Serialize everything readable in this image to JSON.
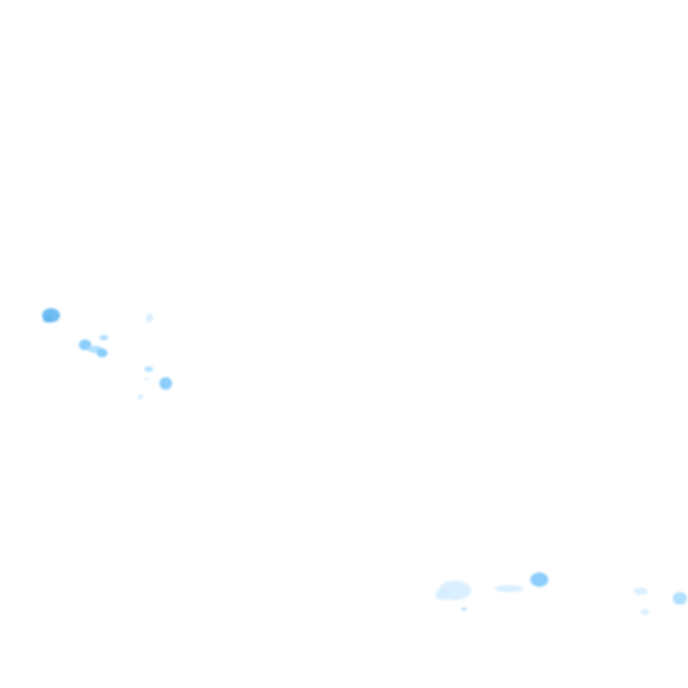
{
  "map": {
    "kind": "precipitation-radar-tile",
    "background_color": "#ffffff",
    "palette": {
      "light": "#d6edff",
      "medium": "#a9dcff",
      "strong": "#7fc8fb",
      "core": "#5fb6f2"
    },
    "clusters": [
      {
        "name": "west-cluster",
        "cells": [
          {
            "name": "cell-w1",
            "intensity": "core"
          },
          {
            "name": "cell-w2",
            "intensity": "strong"
          },
          {
            "name": "cell-w3",
            "intensity": "medium"
          },
          {
            "name": "cell-w4",
            "intensity": "strong"
          },
          {
            "name": "cell-w5",
            "intensity": "medium"
          },
          {
            "name": "cell-w6",
            "intensity": "light"
          },
          {
            "name": "cell-w7",
            "intensity": "medium"
          },
          {
            "name": "cell-w8",
            "intensity": "strong"
          },
          {
            "name": "cell-w9",
            "intensity": "light"
          },
          {
            "name": "cell-w10",
            "intensity": "light"
          }
        ]
      },
      {
        "name": "southeast-cluster",
        "cells": [
          {
            "name": "cell-se1",
            "intensity": "light"
          },
          {
            "name": "cell-se2",
            "intensity": "medium"
          },
          {
            "name": "cell-se3",
            "intensity": "light"
          },
          {
            "name": "cell-se4",
            "intensity": "strong"
          },
          {
            "name": "cell-se5",
            "intensity": "light"
          },
          {
            "name": "cell-se6",
            "intensity": "light"
          },
          {
            "name": "cell-se7",
            "intensity": "medium"
          }
        ]
      }
    ]
  }
}
